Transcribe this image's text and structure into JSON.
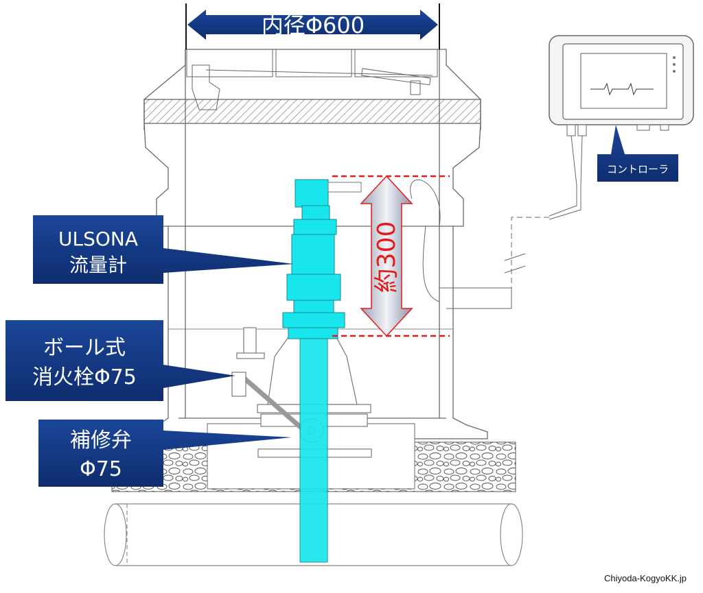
{
  "dimension": {
    "label": "内径Φ600"
  },
  "height_label": "約300",
  "callouts": {
    "flowmeter": {
      "line1": "ULSONA",
      "line2": "流量計"
    },
    "hydrant": {
      "line1": "ボール式",
      "line2": "消火栓Φ75"
    },
    "valve": {
      "line1": "補修弁",
      "line2": "Φ75"
    },
    "controller": {
      "label": "コントローラ"
    }
  },
  "footer": {
    "credit": "Chiyoda-KogyoKK.jp"
  },
  "colors": {
    "callout_fill": "#173b86",
    "cyan": "#19e6ec",
    "dimension_red": "#e31b1b",
    "outline": "#666666"
  }
}
